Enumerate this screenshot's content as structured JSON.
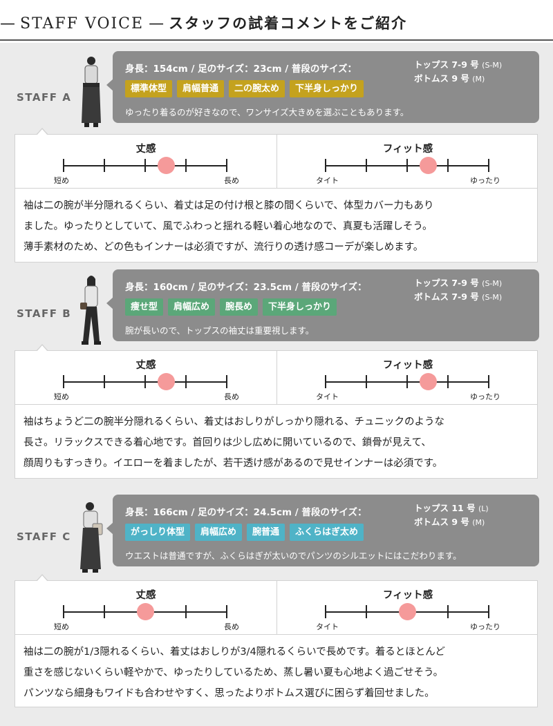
{
  "header": {
    "title_en": "STAFF VOICE",
    "title_jp": "スタッフの試着コメントをご紹介"
  },
  "colors": {
    "tag_a": "#c4a21e",
    "tag_b": "#5ba779",
    "tag_c": "#4fb3c7",
    "marker": "#f59a9a",
    "bubble": "#8c8c8c"
  },
  "staff": [
    {
      "label": "STAFF A",
      "stats": "身長：154cm / 足のサイズ：23cm / 普段のサイズ：",
      "size_tops": "トップス 7-9 号",
      "size_tops_code": "(S-M)",
      "size_bottoms": "ボトムス 9 号",
      "size_bottoms_code": "(M)",
      "tags": [
        "標準体型",
        "肩幅普通",
        "二の腕太め",
        "下半身しっかり"
      ],
      "comment": "ゆったり着るのが好きなので、ワンサイズ大きめを選ぶこともあります。",
      "length_title": "丈感",
      "length_min": "短め",
      "length_max": "長め",
      "length_value": 0.625,
      "fit_title": "フィット感",
      "fit_min": "タイト",
      "fit_max": "ゆったり",
      "fit_value": 0.625,
      "review": [
        "袖は二の腕が半分隠れるくらい、着丈は足の付け根と膝の間くらいで、体型カバー力もあり",
        "ました。ゆったりとしていて、風でふわっと揺れる軽い着心地なので、真夏も活躍しそう。",
        "薄手素材のため、どの色もインナーは必須ですが、流行りの透け感コーデが楽しめます。"
      ]
    },
    {
      "label": "STAFF B",
      "stats": "身長：160cm / 足のサイズ：23.5cm / 普段のサイズ：",
      "size_tops": "トップス 7-9 号",
      "size_tops_code": "(S-M)",
      "size_bottoms": "ボトムス 7-9 号",
      "size_bottoms_code": "(S-M)",
      "tags": [
        "痩せ型",
        "肩幅広め",
        "腕長め",
        "下半身しっかり"
      ],
      "comment": "腕が長いので、トップスの袖丈は重要視します。",
      "length_title": "丈感",
      "length_min": "短め",
      "length_max": "長め",
      "length_value": 0.625,
      "fit_title": "フィット感",
      "fit_min": "タイト",
      "fit_max": "ゆったり",
      "fit_value": 0.625,
      "review": [
        "袖はちょうど二の腕半分隠れるくらい、着丈はおしりがしっかり隠れる、チュニックのような",
        "長さ。リラックスできる着心地です。首回りは少し広めに開いているので、鎖骨が見えて、",
        "顔周りもすっきり。イエローを着ましたが、若干透け感があるので見せインナーは必須です。"
      ]
    },
    {
      "label": "STAFF C",
      "stats": "身長：166cm / 足のサイズ：24.5cm / 普段のサイズ：",
      "size_tops": "トップス 11 号",
      "size_tops_code": "(L)",
      "size_bottoms": "ボトムス 9 号",
      "size_bottoms_code": "(M)",
      "tags": [
        "がっしり体型",
        "肩幅広め",
        "腕普通",
        "ふくらはぎ太め"
      ],
      "comment": "ウエストは普通ですが、ふくらはぎが太いのでパンツのシルエットにはこだわります。",
      "length_title": "丈感",
      "length_min": "短め",
      "length_max": "長め",
      "length_value": 0.5,
      "fit_title": "フィット感",
      "fit_min": "タイト",
      "fit_max": "ゆったり",
      "fit_value": 0.5,
      "review": [
        "袖は二の腕が1/3隠れるくらい、着丈はおしりが3/4隠れるくらいで長めです。着るとほとんど",
        "重さを感じないくらい軽やかで、ゆったりしているため、蒸し暑い夏も心地よく過ごせそう。",
        "パンツなら細身もワイドも合わせやすく、思ったよりボトムス選びに困らず着回せました。"
      ]
    }
  ]
}
